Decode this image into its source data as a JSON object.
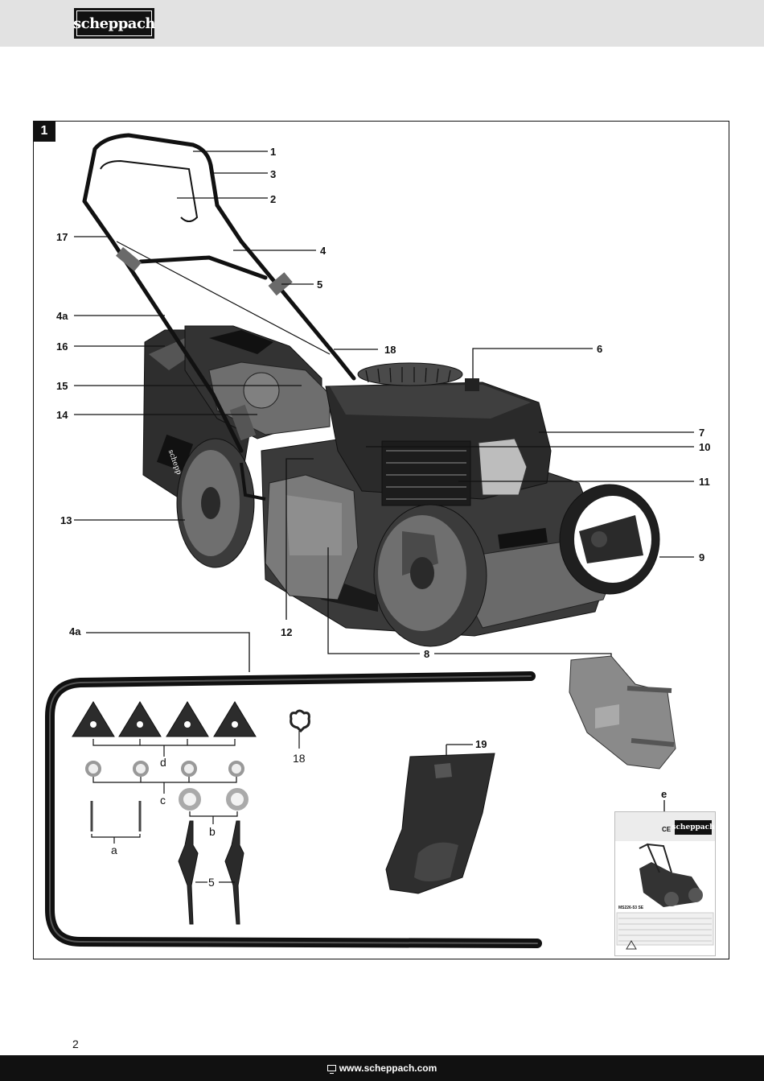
{
  "header": {
    "logo_text": "scheppach"
  },
  "figure": {
    "number": "1",
    "labels": [
      "1",
      "3",
      "2",
      "17",
      "4",
      "5",
      "4a",
      "18",
      "6",
      "16",
      "15",
      "14",
      "7",
      "10",
      "11",
      "13",
      "9",
      "12",
      "8"
    ],
    "parts": {
      "handle_bar": "4a",
      "knobs": "d",
      "washers": "c",
      "large_washers": "b",
      "screws": "a",
      "levers": "5",
      "clip": "18",
      "mulch_insert": "19",
      "manual": "e"
    }
  },
  "manual_card": {
    "logo_text": "scheppach",
    "ce_mark": "CE",
    "model": "MS226-53 SE"
  },
  "page_number": "2",
  "footer": {
    "website": "www.scheppach.com"
  }
}
